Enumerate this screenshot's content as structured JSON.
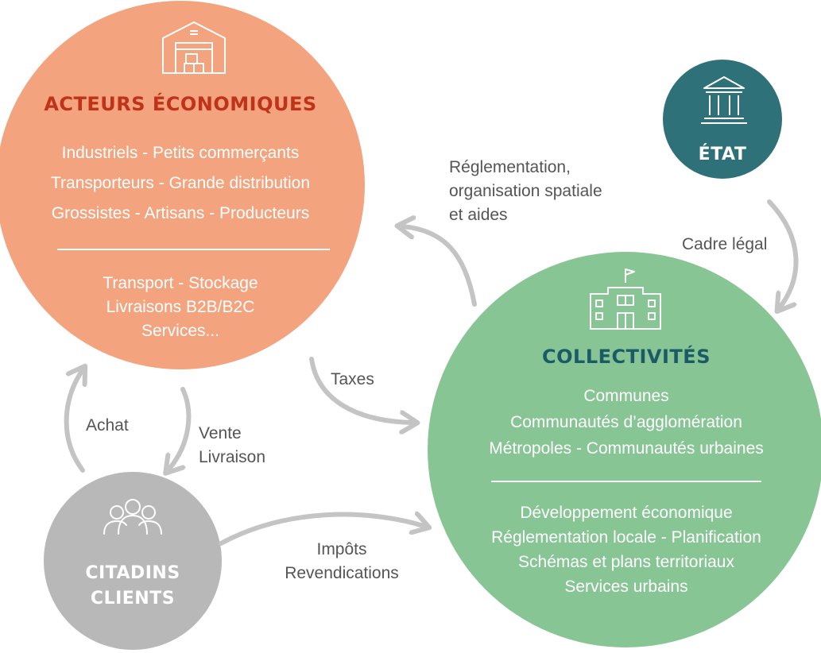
{
  "colors": {
    "economic": "#f3a47f",
    "economic_title": "#c0321a",
    "state": "#2f7178",
    "communities": "#88c595",
    "communities_title": "#1b5a66",
    "citizens": "#b8b8b8",
    "arrow": "#c4c4c4",
    "label": "#555555"
  },
  "economic": {
    "icon": "warehouse-icon",
    "title": "ACTEURS ÉCONOMIQUES",
    "actors": [
      "Industriels - Petits commerçants",
      "Transporteurs - Grande distribution",
      "Grossistes - Artisans - Producteurs"
    ],
    "activities": [
      "Transport - Stockage",
      "Livraisons B2B/B2C",
      "Services..."
    ]
  },
  "state": {
    "icon": "government-building-icon",
    "title": "ÉTAT"
  },
  "communities": {
    "icon": "town-hall-icon",
    "title": "COLLECTIVITÉS",
    "types": [
      "Communes",
      "Communautés d’agglomération",
      "Métropoles - Communautés urbaines"
    ],
    "missions": [
      "Développement économique",
      "Réglementation locale - Planification",
      "Schémas et plans territoriaux",
      "Services urbains"
    ]
  },
  "citizens": {
    "icon": "people-group-icon",
    "title_line1": "CITADINS",
    "title_line2": "CLIENTS"
  },
  "flows": {
    "regulation": [
      "Réglementation,",
      "organisation spatiale",
      "et aides"
    ],
    "legal": "Cadre légal",
    "taxes": "Taxes",
    "purchase": "Achat",
    "sale": [
      "Vente",
      "Livraison"
    ],
    "impots": [
      "Impôts",
      "Revendications"
    ]
  }
}
